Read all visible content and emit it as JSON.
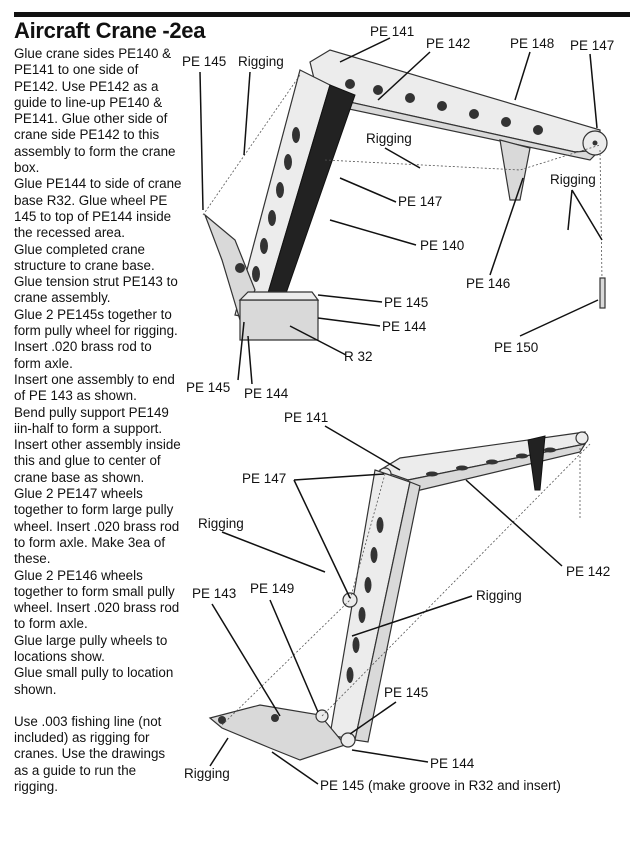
{
  "page": {
    "title": "Aircraft Crane -2ea",
    "steps": [
      "Glue crane sides PE140 & PE141 to one side of PE142. Use PE142 as a guide to line-up PE140 & PE141. Glue other side of crane side PE142 to this assembly to form the crane box.",
      "Glue PE144 to side of crane base R32. Glue wheel PE 145 to top of PE144 inside the recessed area.",
      "Glue completed crane structure to crane base.",
      "Glue tension strut PE143 to crane assembly.",
      "Glue 2 PE145s together to form pully wheel for rigging. Insert .020 brass rod to form axle.",
      "Insert one assembly to end of PE 143 as shown.",
      "Bend pully support PE149 iin-half to form a support.",
      "Insert other assembly inside this and glue to center of crane base as shown.",
      "Glue 2 PE147 wheels together to form large pully wheel. Insert .020 brass rod to form axle. Make 3ea of these.",
      "Glue 2 PE146 wheels together to form small pully wheel. Insert .020 brass rod to form axle.",
      "Glue large pully  wheels to locations show.",
      "Glue small pully to location shown."
    ],
    "note": "Use .003 fishing line (not included) as rigging for cranes. Use the drawings as a guide to run the rigging."
  },
  "callouts_top": {
    "pe141": "PE 141",
    "pe142": "PE 142",
    "pe148": "PE 148",
    "pe147_right": "PE 147",
    "pe145_left": "PE 145",
    "rigging_left": "Rigging",
    "rigging_center": "Rigging",
    "rigging_right": "Rigging",
    "pe147_center": "PE 147",
    "pe140": "PE 140",
    "pe146": "PE 146",
    "pe145_base": "PE 145",
    "pe144_base": "PE 144",
    "r32": "R 32",
    "pe150": "PE 150",
    "pe145_bottom": "PE 145",
    "pe144_bottom": "PE 144"
  },
  "callouts_bottom": {
    "pe141": "PE 141",
    "pe147": "PE 147",
    "rigging_upper": "Rigging",
    "pe142": "PE 142",
    "rigging_mid": "Rigging",
    "pe143": "PE 143",
    "pe149": "PE 149",
    "pe145": "PE 145",
    "pe144": "PE 144",
    "rigging_lower": "Rigging",
    "pe145_groove": "PE 145 (make groove in R32 and insert)"
  }
}
